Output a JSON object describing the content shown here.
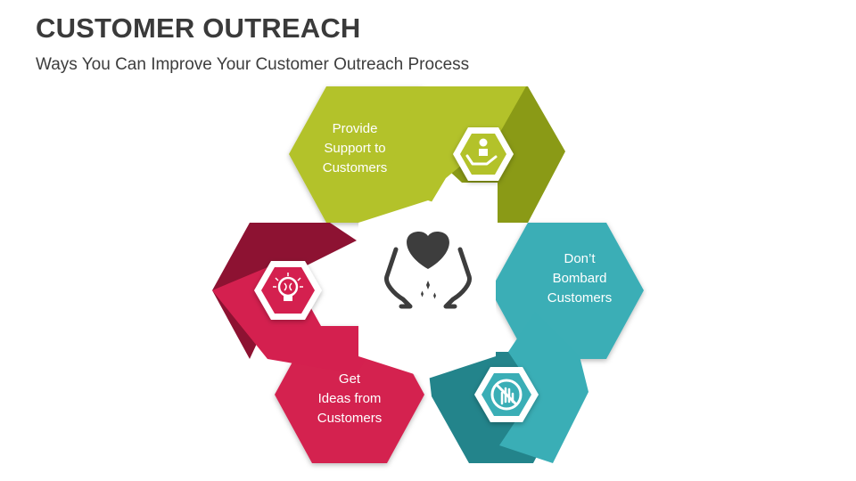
{
  "title": "CUSTOMER OUTREACH",
  "subtitle": "Ways You Can Improve Your Customer Outreach Process",
  "colors": {
    "green": "#b3c22a",
    "green_dark": "#8a9a16",
    "teal": "#3aaeb6",
    "teal_dark": "#23848b",
    "red": "#d4204f",
    "red_dark": "#8d1232",
    "icon_gray": "#3d3d3d"
  },
  "segments": [
    {
      "id": "support",
      "lines": [
        "Provide",
        "Support to",
        "Customers"
      ],
      "icon": "hand-holding-user-icon"
    },
    {
      "id": "bombard",
      "lines": [
        "Don’t",
        "Bombard",
        "Customers"
      ],
      "icon": "no-hand-icon"
    },
    {
      "id": "ideas",
      "lines": [
        "Get",
        "Ideas from",
        "Customers"
      ],
      "icon": "lightbulb-brain-icon"
    }
  ],
  "center": {
    "icon": "hands-holding-heart-icon"
  }
}
